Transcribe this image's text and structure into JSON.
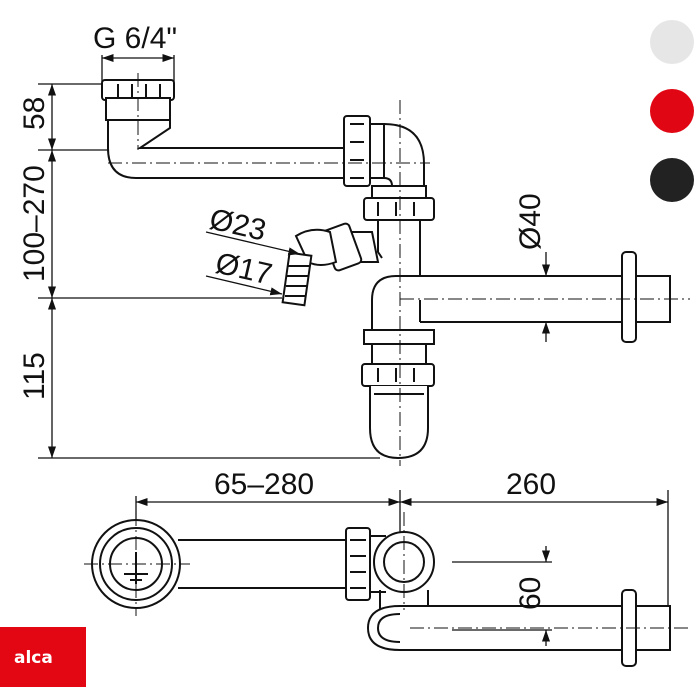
{
  "dimensions": {
    "thread": "G 6/4\"",
    "h_58": "58",
    "h_100_270": "100–270",
    "h_115": "115",
    "d_23": "Ø23",
    "d_17": "Ø17",
    "d_40": "Ø40",
    "w_65_280": "65–280",
    "w_260": "260",
    "h_60": "60"
  },
  "color_options": [
    {
      "name": "white",
      "hex": "#e6e6e6"
    },
    {
      "name": "red",
      "hex": "#e10613"
    },
    {
      "name": "black",
      "hex": "#222222"
    }
  ],
  "logo": {
    "text": "alca",
    "color": "#e30613"
  }
}
